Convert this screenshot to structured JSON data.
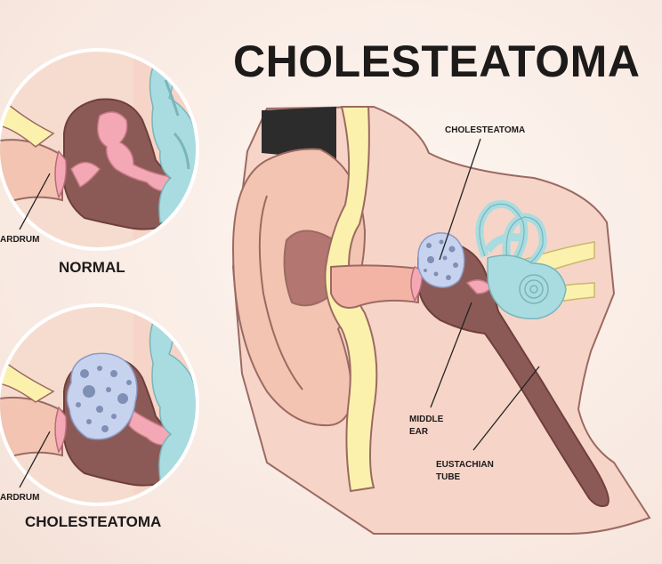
{
  "title": "CHOLESTEATOMA",
  "inset_normal": {
    "caption": "NORMAL",
    "eardrum_label": "ARDRUM"
  },
  "inset_cholesteatoma": {
    "caption": "CHOLESTEATOMA",
    "eardrum_label": "ARDRUM"
  },
  "main_labels": {
    "cholesteatoma": "CHOLESTEATOMA",
    "middle_ear_line1": "MIDDLE",
    "middle_ear_line2": "EAR",
    "eustachian_line1": "EUSTACHIAN",
    "eustachian_line2": "TUBE"
  },
  "colors": {
    "skin": "#f6d5c8",
    "skin_dark": "#eab5a3",
    "outline": "#9b6a62",
    "cavity": "#8c5a56",
    "bone_yellow": "#fbf1ad",
    "cochlea": "#a9dce0",
    "eardrum_pink": "#f4a8b6",
    "cholesteatoma_fill": "#c7d3ee",
    "cholesteatoma_dots": "#7f8fb5",
    "hair": "#2c2c2c"
  }
}
